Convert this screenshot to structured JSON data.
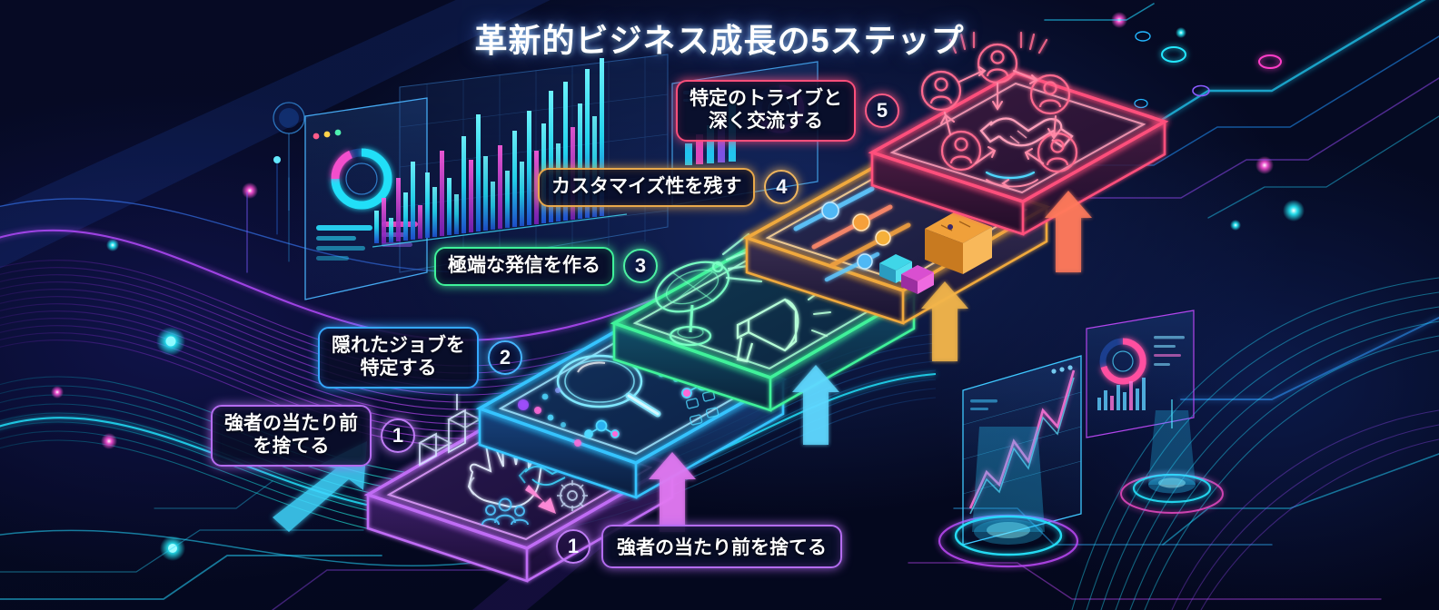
{
  "title": "革新的ビジネス成長の5ステップ",
  "theme": {
    "background": "#060a24",
    "title_color": "#ffffff"
  },
  "steps": [
    {
      "number": "1",
      "label": "強者の当たり前\nを捨てる",
      "color": "#b46cf0",
      "platform_color": "#c06cf5",
      "icons": [
        "hand-stop-icon",
        "buildings-icon",
        "people-group-icon",
        "gear-icon",
        "handshake-icon",
        "arrow-exchange-icon"
      ]
    },
    {
      "number": "2",
      "label": "隠れたジョブを\n特定する",
      "color": "#35a8ff",
      "platform_color": "#35c4ff",
      "icons": [
        "magnifier-icon",
        "molecule-node-icon",
        "data-dots-icon"
      ]
    },
    {
      "number": "3",
      "label": "極端な発信を作る",
      "color": "#3ff29a",
      "platform_color": "#3ff29a",
      "icons": [
        "satellite-dish-icon",
        "megaphone-icon",
        "broadcast-rays-icon"
      ]
    },
    {
      "number": "4",
      "label": "カスタマイズ性を残す",
      "color": "#e8a84b",
      "platform_color": "#f0a93e",
      "icons": [
        "slider-controls-icon",
        "cube-blocks-icon",
        "package-box-icon"
      ]
    },
    {
      "number": "5",
      "label": "特定のトライブと\n深く交流する",
      "color": "#ff4f7b",
      "platform_color": "#ff4f7b",
      "icons": [
        "handshake-icon",
        "person-avatar-icon",
        "circular-arrows-icon"
      ]
    }
  ],
  "bottom_callout": {
    "number": "1",
    "label": "強者の当たり前を捨てる",
    "color": "#b46cf0"
  },
  "background_elements": {
    "dashboard_panel": "analytics-dashboard-hologram",
    "bar_chart": "bar-chart-hologram",
    "donut_chart": "donut-chart-hologram",
    "line_chart": "line-chart-hologram",
    "wave_lines": "flowing-wave-lines",
    "circuit_traces": "circuit-board-traces",
    "glow_pedestals": "holographic-pedestal"
  }
}
